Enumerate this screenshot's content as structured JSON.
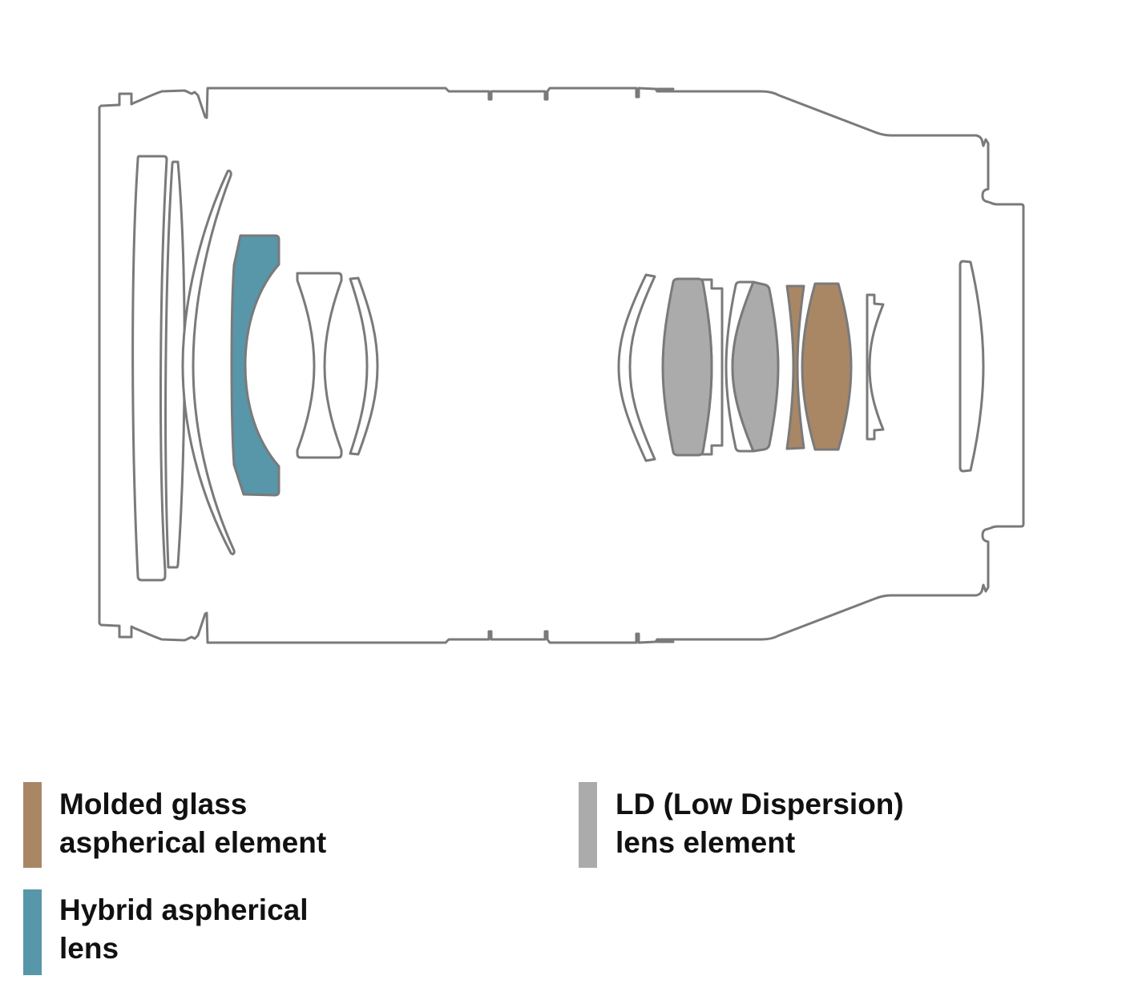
{
  "legend": {
    "items": [
      {
        "id": "molded",
        "line1": "Molded glass",
        "line2": "aspherical element",
        "color": "#a98765"
      },
      {
        "id": "hybrid",
        "line1": "Hybrid aspherical",
        "line2": "lens",
        "color": "#5896a9"
      },
      {
        "id": "ld",
        "line1": "LD (Low Dispersion)",
        "line2": "lens element",
        "color": "#ababab"
      }
    ]
  },
  "colors": {
    "outline": "#7a7a7a",
    "molded": "#a98765",
    "hybrid": "#5896a9",
    "ld": "#ababab",
    "text": "#111111",
    "background": "#ffffff"
  }
}
